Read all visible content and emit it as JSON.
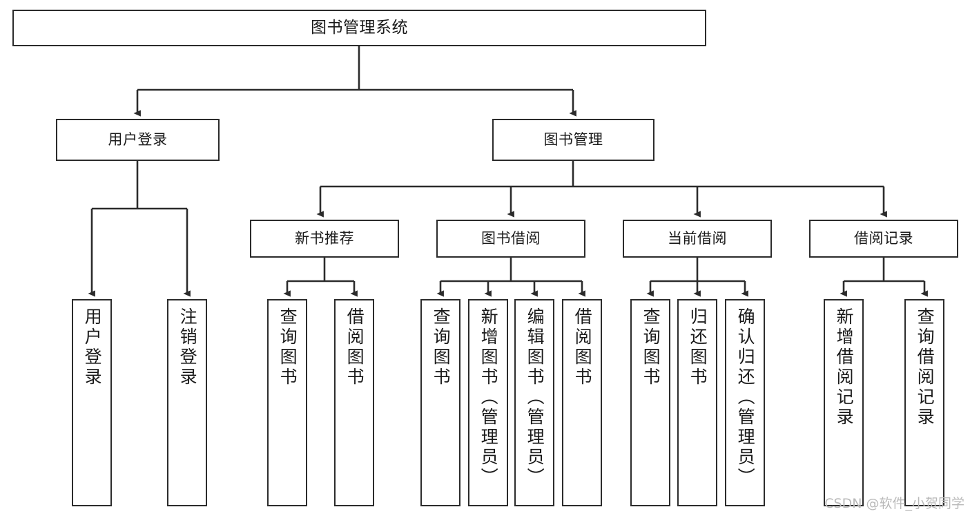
{
  "diagram": {
    "type": "tree-hierarchy-chart",
    "title": "图书管理系统",
    "orientation": "top-down",
    "colors": {
      "box_border": "#2b2b2b",
      "box_fill": "#ffffff",
      "connector": "#2b2b2b",
      "watermark": "#b9b9b9"
    }
  },
  "root": {
    "label": "图书管理系统"
  },
  "level2": [
    {
      "label": "用户登录"
    },
    {
      "label": "图书管理"
    }
  ],
  "level3": [
    {
      "label": "新书推荐"
    },
    {
      "label": "图书借阅"
    },
    {
      "label": "当前借阅"
    },
    {
      "label": "借阅记录"
    }
  ],
  "leaves": {
    "user_login": [
      {
        "label": "用户登录"
      },
      {
        "label": "注销登录"
      }
    ],
    "new_book_recommend": [
      {
        "label": "查询图书"
      },
      {
        "label": "借阅图书"
      }
    ],
    "book_borrow": [
      {
        "label": "查询图书"
      },
      {
        "label": "新增图书（管理员）"
      },
      {
        "label": "编辑图书（管理员）"
      },
      {
        "label": "借阅图书"
      }
    ],
    "current_borrow": [
      {
        "label": "查询图书"
      },
      {
        "label": "归还图书"
      },
      {
        "label": "确认归还（管理员）"
      }
    ],
    "borrow_record": [
      {
        "label": "新增借阅记录"
      },
      {
        "label": "查询借阅记录"
      }
    ]
  },
  "watermark": {
    "text": "CSDN @软件_小贺同学"
  }
}
